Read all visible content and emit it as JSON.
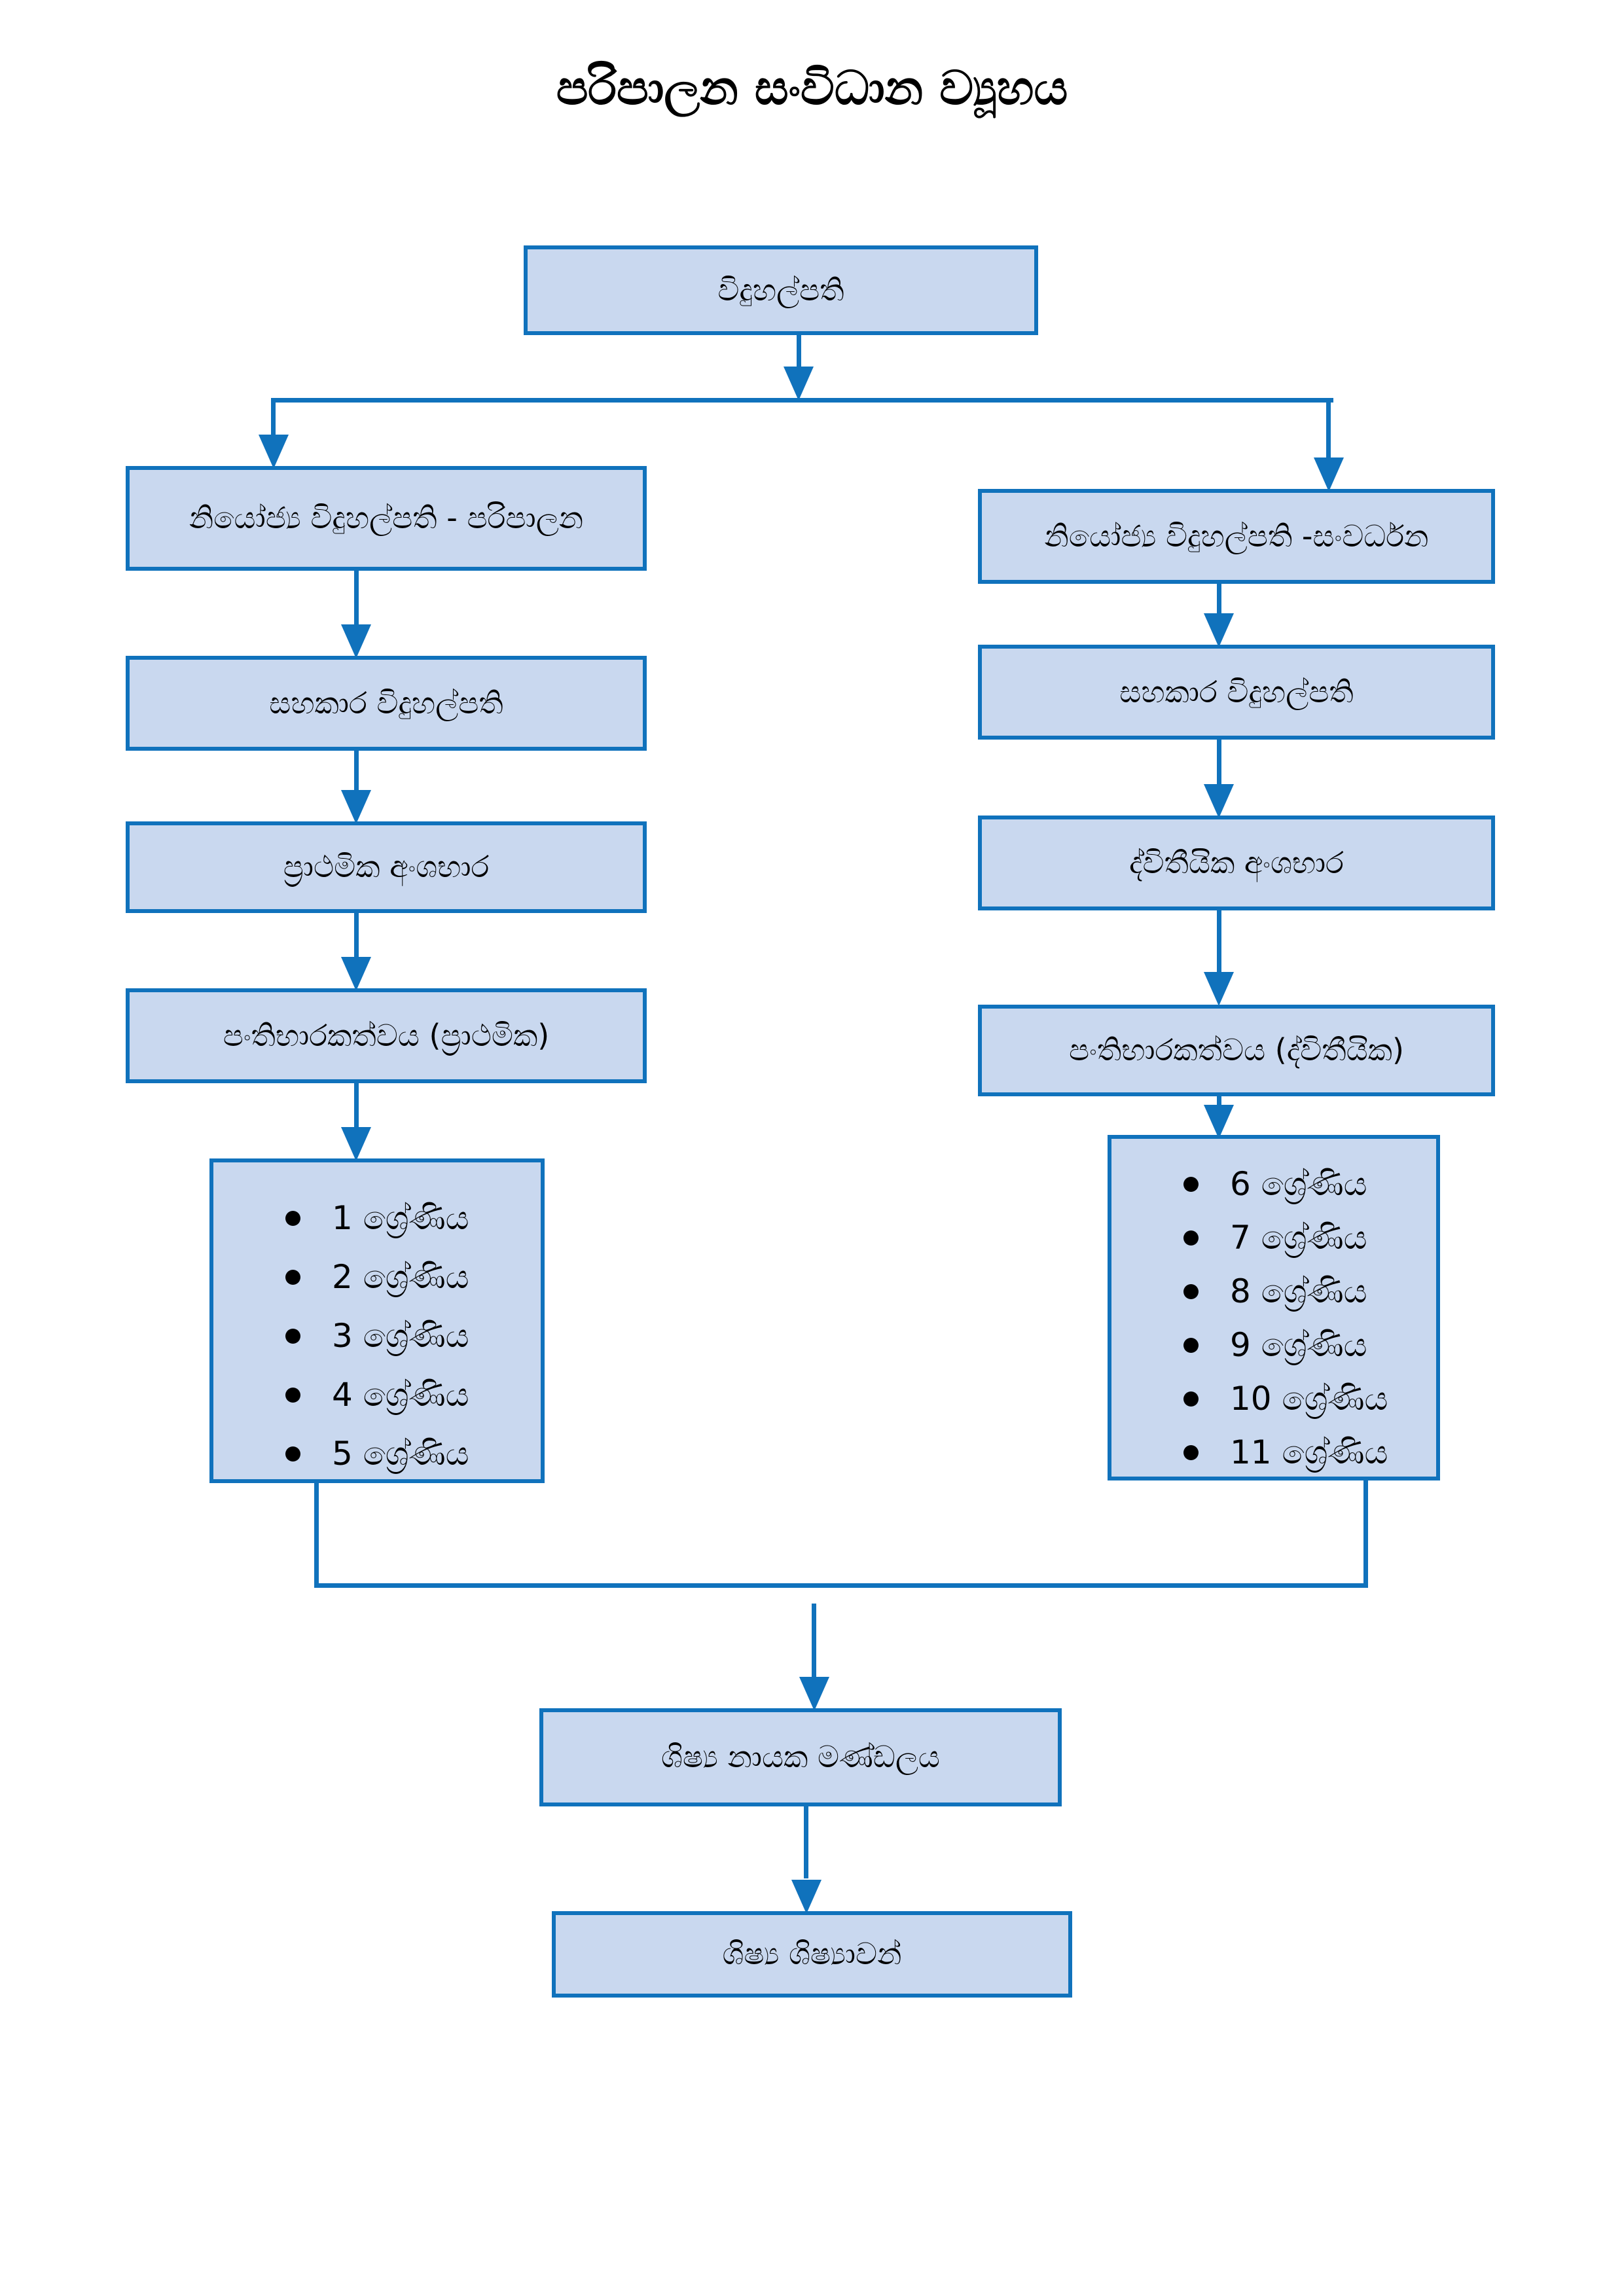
{
  "title": "පරිපාලන සංවිධාන ව්‍යූහය",
  "colors": {
    "box_fill": "#c9d8ef",
    "box_border": "#1072bc",
    "connector": "#1072bc",
    "text": "#000000",
    "background": "#ffffff"
  },
  "nodes": {
    "principal": "විදුහල්පති",
    "deputy_admin": "නියෝජ්‍ය විදුහල්පති - පරිපාලන",
    "deputy_dev": "නියෝජ්‍ය විදුහල්පති -සංවර්ධන",
    "assistant_left": "සහකාර විදුහල්පති",
    "assistant_right": "සහකාර විදුහල්පති",
    "primary_section": "ප්‍රාථමික අංශභාර",
    "secondary_section": "ද්විතීයික අංශභාර",
    "class_teacher_primary": "පංතිභාරකත්වය (ප්‍රාථමික)",
    "class_teacher_secondary": "පංතිභාරකත්වය (ද්විතීයික)",
    "prefects_board": "ශිෂ්‍ය නායක මණ්ඩලය",
    "students": "ශිෂ්‍ය ශිෂ්‍යාවන්"
  },
  "grades_primary": [
    "1 ශ්‍රේණිය",
    "2 ශ්‍රේණිය",
    "3 ශ්‍රේණිය",
    "4 ශ්‍රේණිය",
    "5 ශ්‍රේණිය"
  ],
  "grades_secondary": [
    "6 ශ්‍රේණිය",
    "7 ශ්‍රේණිය",
    "8 ශ්‍රේණිය",
    "9 ශ්‍රේණිය",
    "10 ශ්‍රේණිය",
    "11 ශ්‍රේණිය"
  ]
}
